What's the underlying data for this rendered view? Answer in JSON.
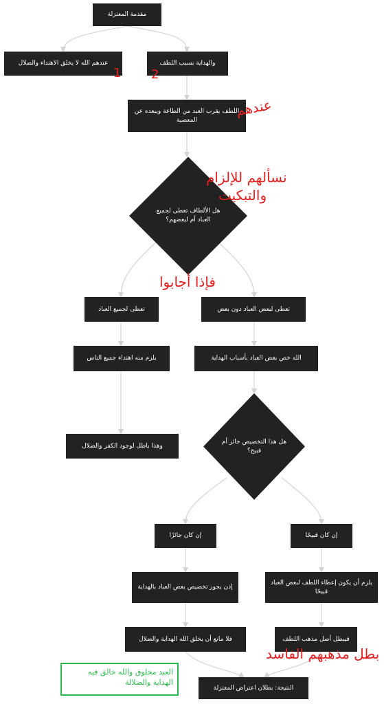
{
  "nodes": {
    "intro": "مقدمة المعتزلة",
    "no_create": "عندهم الله لا يخلق الاهتداء والضلال",
    "guidance_by_lutf": "والهداية بسبب اللطف",
    "lutf_definition": "اللطف يقرب العبد من الطاعة ويبعده عن المعصية",
    "question_all_or_some": "هل الألطاف تعطى لجميع العباد أم لبعضهم؟",
    "given_to_all": "تعطى لجميع العباد",
    "given_to_some": "تعطى لبعض العباد دون بعض",
    "all_guided": "يلزم منه اهتداء جميع الناس",
    "god_specified": "الله خص بعض العباد بأسباب الهداية",
    "false_due_to_kufr": "وهذا باطل لوجود الكفر والضلال",
    "question_permissible": "هل هذا التخصيص جائز أم قبيح؟",
    "if_permissible": "إن كان جائزًا",
    "if_ugly": "إن كان قبيحًا",
    "then_allowed_specify": "إذن يجوز تخصيص بعض العباد بالهداية",
    "ugly_giving": "يلزم أن يكون إعطاء اللطف لبعض العباد قبيحًا",
    "no_obstacle": "فلا مانع أن يخلق الله الهداية والضلال",
    "lutf_basis_void": "فيبطل أصل مذهب اللطف",
    "result": "النتيجة: بطلان اعتراض المعتزلة"
  },
  "annotations": {
    "num1": "1",
    "num2": "2",
    "they_hold": "عندهم",
    "ask_line1": "نسألهم للإلزام",
    "ask_line2": "والتبكيت",
    "if_answered": "فإذا أجابوا",
    "corrupt_void": "بطل مذهبهم الفاسد",
    "green_conclusion": "العبد مخلوق والله خالق فيه الهداية والضلالة"
  },
  "colors": {
    "node_fill": "#222222",
    "node_text": "#ffffff",
    "edge": "#d4d4d4",
    "annotation_red": "#e02020",
    "annotation_green": "#2db84d"
  }
}
